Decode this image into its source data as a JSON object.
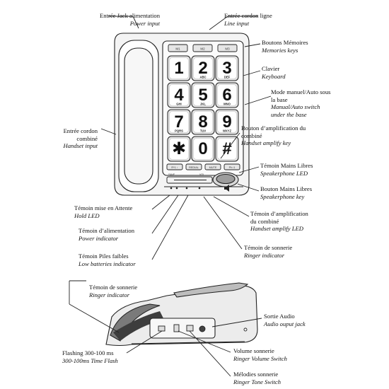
{
  "labels": {
    "power_input": {
      "fr": "Entrée Jack alimentation",
      "en": "Power input"
    },
    "line_input": {
      "fr": "Entrée cordon ligne",
      "en": "Line input"
    },
    "memories_keys": {
      "fr": "Boutons Mémoires",
      "en": "Memories keys"
    },
    "keyboard": {
      "fr": "Clavier",
      "en": "Keyboard"
    },
    "mode_switch": {
      "fr1": "Mode manuel/Auto sous",
      "fr2": "la base",
      "en1": "Manual/Auto switch",
      "en2": "under the base"
    },
    "handset_input": {
      "fr1": "Entrée cordon",
      "fr2": "combiné",
      "en": "Handset input"
    },
    "handset_amplify_key": {
      "fr1": "Bouton d’amplification du",
      "fr2": "combiné",
      "en": "Handset amplify key"
    },
    "speakerphone_led": {
      "fr": "Témoin Mains Libres",
      "en": "Speakerphone  LED"
    },
    "speakerphone_key": {
      "fr": "Bouton Mains Libres",
      "en": "Speakerphone  key"
    },
    "hold_led": {
      "fr": "Témoin mise en Attente",
      "en": "Hold LED"
    },
    "handset_amplify_led": {
      "fr1": "Témoin d’amplification",
      "fr2": "du combiné",
      "en": "Handset amplify LED"
    },
    "power_indicator": {
      "fr": "Témoin d’alimentation",
      "en": "Power indicator"
    },
    "ringer_indicator_top": {
      "fr": "Témoin de sonnerie",
      "en": "Ringer indicator"
    },
    "low_batteries": {
      "fr": "Témoin Piles faibles",
      "en": "Low batteries indicator"
    },
    "ringer_indicator_side": {
      "fr": "Témoin de sonnerie",
      "en": "Ringer indicator"
    },
    "audio_output": {
      "fr": "Sortie Audio",
      "en": "Audio ouput jack"
    },
    "time_flash": {
      "fr": "Flashing 300-100 ms",
      "en": "300-100ms Time Flash"
    },
    "ringer_volume": {
      "fr": "Volume sonnerie",
      "en": "Ringer Volume Switch"
    },
    "ringer_tone": {
      "fr": "Mélodies sonnerie",
      "en": "Ringer Tone Switch"
    }
  },
  "phone": {
    "memory_keys": [
      "M1",
      "M2",
      "M3"
    ],
    "keypad": [
      {
        "digit": "1",
        "letters": ""
      },
      {
        "digit": "2",
        "letters": "ABC"
      },
      {
        "digit": "3",
        "letters": "DEF"
      },
      {
        "digit": "4",
        "letters": "GHI"
      },
      {
        "digit": "5",
        "letters": "JKL"
      },
      {
        "digit": "6",
        "letters": "MNO"
      },
      {
        "digit": "7",
        "letters": "PQRS"
      },
      {
        "digit": "8",
        "letters": "TUV"
      },
      {
        "digit": "9",
        "letters": "WXYZ"
      },
      {
        "digit": "✱",
        "letters": ""
      },
      {
        "digit": "0",
        "letters": ""
      },
      {
        "digit": "#",
        "letters": ""
      }
    ],
    "function_keys": [
      "R*1 ↑",
      "REDIAL",
      "MUTE",
      "Ph↑1"
    ],
    "volume_labels": [
      "SAVE",
      "VOL"
    ]
  },
  "colors": {
    "outline": "#222222",
    "body": "#f2f2f2",
    "key": "#e6e6e6",
    "shade": "#cfcfcf"
  }
}
